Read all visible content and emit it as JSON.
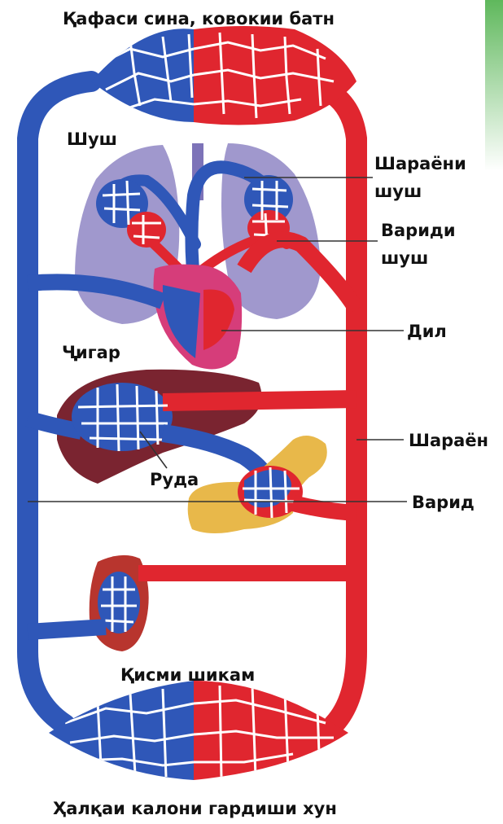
{
  "title_top": "Қафаси сина, ковокии батн",
  "title_bottom": "Ҳалқаи калони гардиши хун",
  "labels": {
    "lungs": "Шуш",
    "pulmonary_artery_line1": "Шараёни",
    "pulmonary_artery_line2": "шуш",
    "pulmonary_vein_line1": "Вариди",
    "pulmonary_vein_line2": "шуш",
    "heart": "Дил",
    "liver": "Ҷигар",
    "intestine": "Руда",
    "artery": "Шараён",
    "vein": "Варид",
    "lower_body": "Қисми шикам"
  },
  "colors": {
    "artery_red": "#e0262f",
    "vein_blue": "#2f57b8",
    "lung_purple": "#8f86c4",
    "liver_brown": "#7a2430",
    "intestine_yellow": "#e8b84a",
    "kidney_red": "#b8352e",
    "heart_pink": "#d63d7a",
    "side_tab_green": "#6fbf6a"
  }
}
